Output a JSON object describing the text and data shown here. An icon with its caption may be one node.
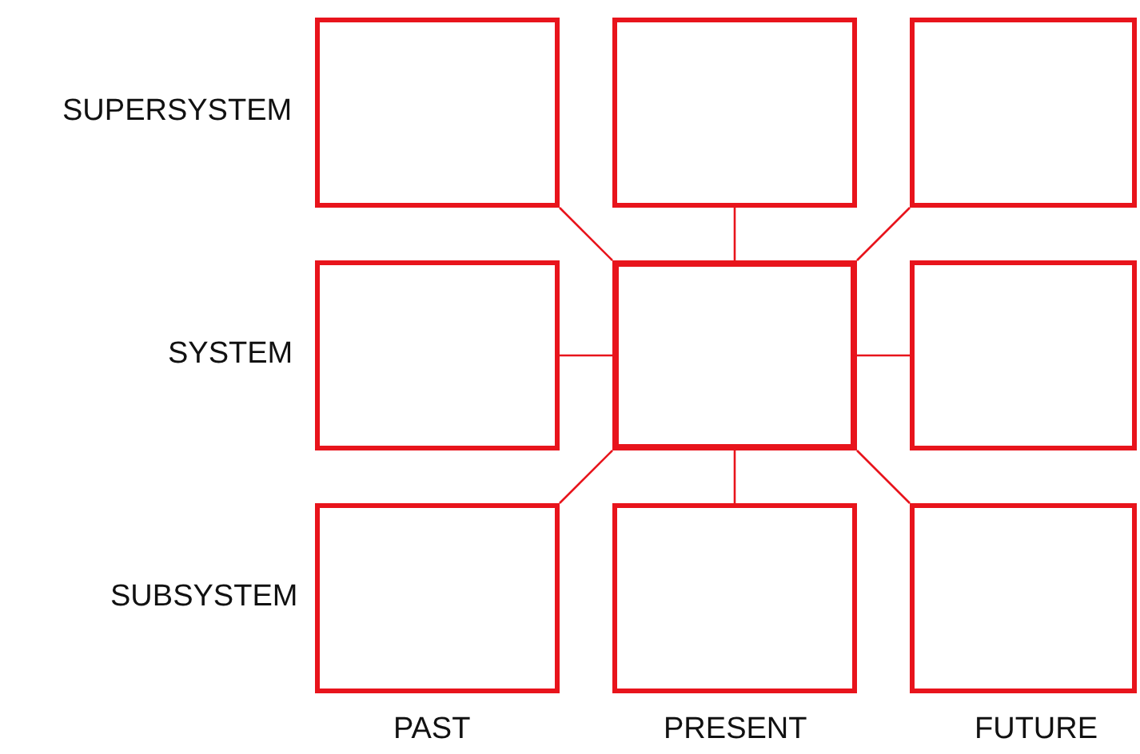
{
  "diagram": {
    "nodes": [
      {
        "text": [],
        "shape": "box"
      },
      {
        "text": [],
        "shape": "box"
      },
      {
        "text": [],
        "shape": "box"
      },
      {
        "text": [],
        "shape": "box"
      },
      {
        "text": [],
        "shape": "box"
      },
      {
        "text": [],
        "shape": "box"
      },
      {
        "text": [],
        "shape": "box"
      },
      {
        "text": [],
        "shape": "box"
      },
      {
        "text": [],
        "shape": "box"
      }
    ],
    "edges": [
      {
        "from": 4,
        "to": 0,
        "arrow": "none"
      },
      {
        "from": 4,
        "to": 1,
        "arrow": "none"
      },
      {
        "from": 4,
        "to": 2,
        "arrow": "none"
      },
      {
        "from": 4,
        "to": 3,
        "arrow": "none"
      },
      {
        "from": 4,
        "to": 5,
        "arrow": "none"
      },
      {
        "from": 4,
        "to": 6,
        "arrow": "none"
      },
      {
        "from": 4,
        "to": 7,
        "arrow": "none"
      },
      {
        "from": 4,
        "to": 8,
        "arrow": "none"
      }
    ],
    "labels": [
      "SUPERSYSTEM",
      "SYSTEM",
      "SUBSYSTEM",
      "PAST",
      "PRESENT",
      "FUTURE"
    ]
  }
}
